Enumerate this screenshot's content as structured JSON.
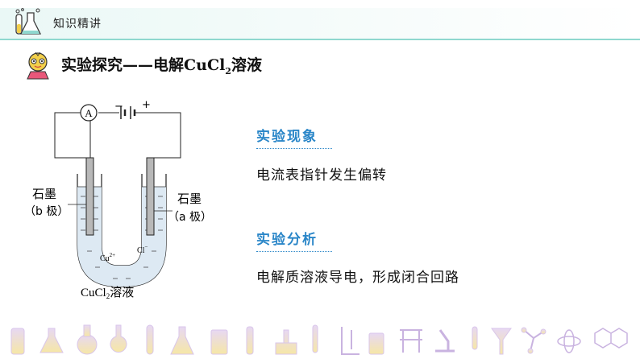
{
  "header": {
    "title": "知识精讲"
  },
  "section": {
    "title_prefix": "实验探究——电解",
    "formula_main": "CuCl",
    "formula_sub": "2",
    "title_suffix": "溶液"
  },
  "diagram": {
    "ammeter": "A",
    "minus": "−",
    "plus": "+",
    "left_electrode_line1": "石墨",
    "left_electrode_line2": "（b 极）",
    "right_electrode_line1": "石墨",
    "right_electrode_line2": "（a 极）",
    "cation": "Cu",
    "cation_charge": "2+",
    "anion": "Cl",
    "anion_charge": "−",
    "solution_main": "CuCl",
    "solution_sub": "2",
    "solution_suffix": "溶液"
  },
  "phenomenon": {
    "heading": "实验现象",
    "text": "电流表指针发生偏转"
  },
  "analysis": {
    "heading": "实验分析",
    "text": "电解质溶液导电，形成闭合回路"
  },
  "colors": {
    "accent": "#2a86c8",
    "header_line": "#8fd8cf",
    "icon_purple": "#b58ad6",
    "icon_yellow": "#f2cf4a"
  }
}
